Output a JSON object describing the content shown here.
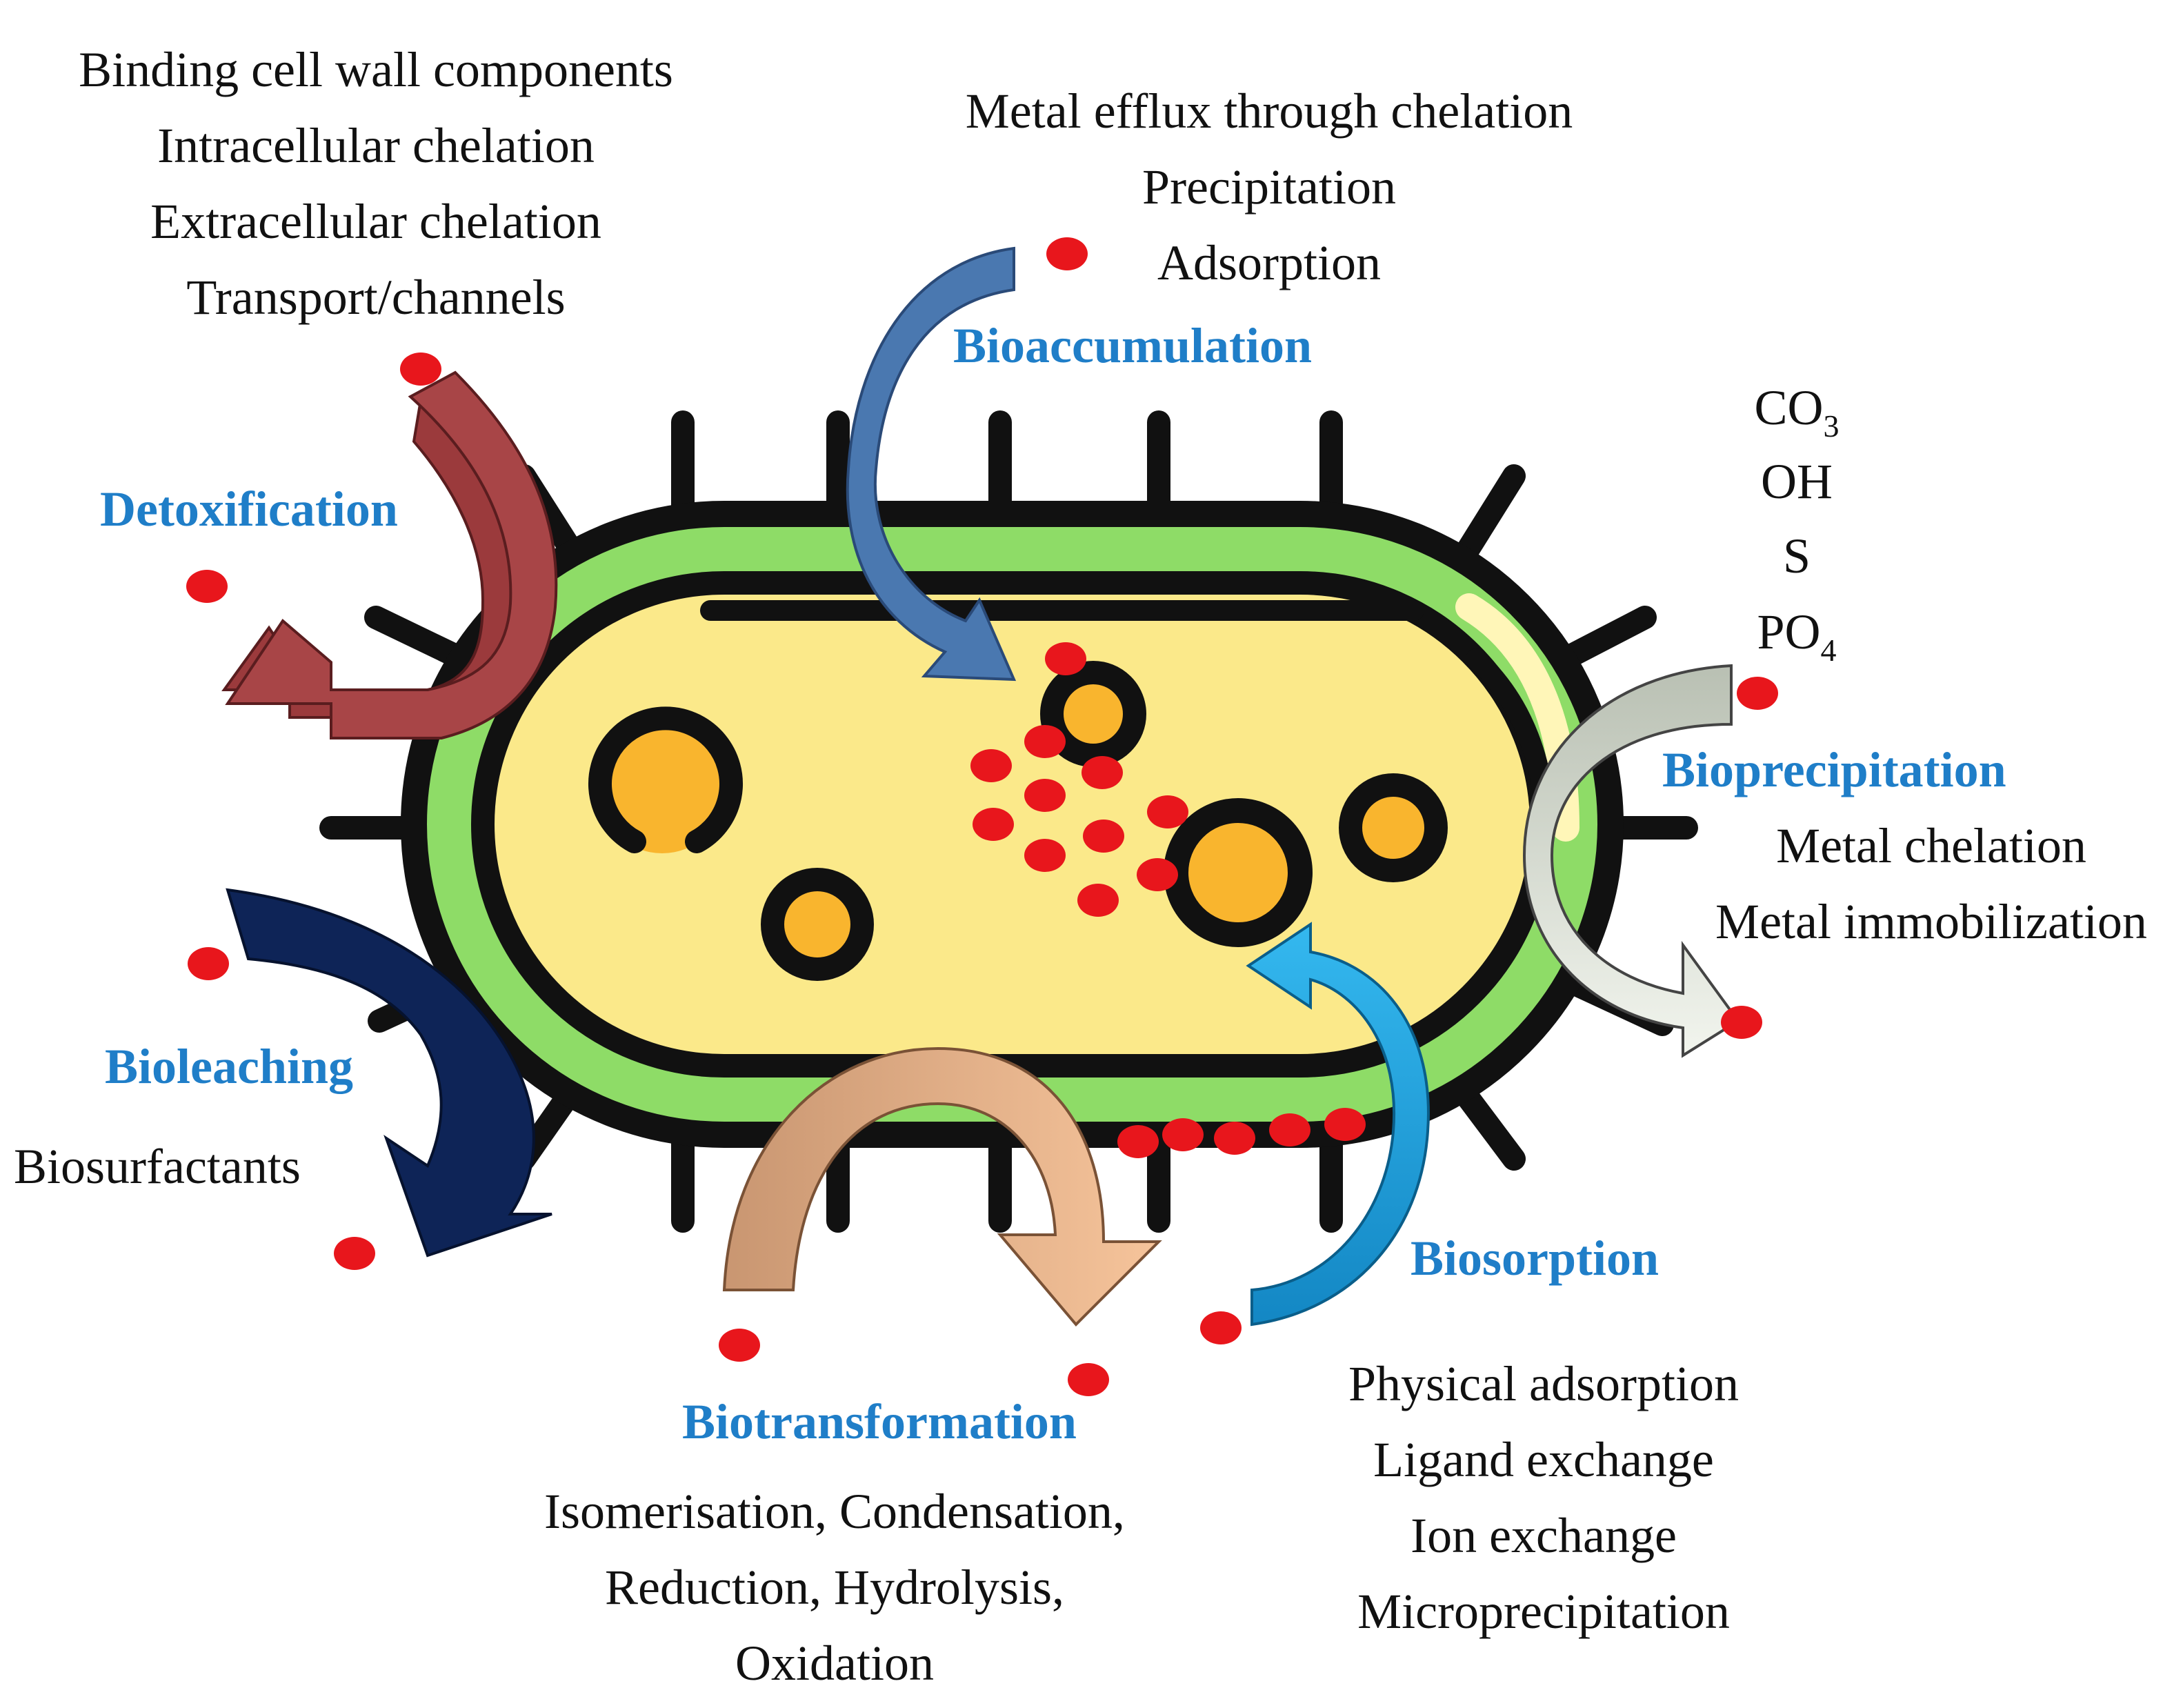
{
  "colors": {
    "label_blue": "#1f7ec8",
    "metal_ion": "#e8161c",
    "cell_outline": "#111111",
    "cell_wall": "#8edc67",
    "cytoplasm": "#fbe98a",
    "granule": "#f9b52e",
    "arrow_detox": "#9b3a3c",
    "arrow_bioaccum": "#4a78b0",
    "arrow_biopreci": "#c9cfc4",
    "arrow_bioleach": "#0e2457",
    "arrow_biotrans": "#d7a27b",
    "arrow_biosorp": "#27a6e0"
  },
  "processes": {
    "detoxification": {
      "label": "Detoxification",
      "details": [
        "Binding cell wall components",
        "Intracellular chelation",
        "Extracellular chelation",
        "Transport/channels"
      ]
    },
    "bioaccumulation": {
      "label": "Bioaccumulation",
      "details": [
        "Metal efflux through chelation",
        "Precipitation",
        "Adsorption"
      ]
    },
    "bioprecipitation": {
      "label": "Bioprecipitation",
      "precipitants": [
        {
          "base": "CO",
          "sub": "3"
        },
        {
          "base": "OH",
          "sub": ""
        },
        {
          "base": "S",
          "sub": ""
        },
        {
          "base": "PO",
          "sub": "4"
        }
      ],
      "details": [
        "Metal chelation",
        "Metal immobilization"
      ]
    },
    "bioleaching": {
      "label": "Bioleaching",
      "details": [
        "Biosurfactants"
      ]
    },
    "biotransformation": {
      "label": "Biotransformation",
      "details": [
        "Isomerisation, Condensation,",
        "Reduction, Hydrolysis,",
        "Oxidation"
      ]
    },
    "biosorption": {
      "label": "Biosorption",
      "details": [
        "Physical adsorption",
        "Ligand exchange",
        "Ion exchange",
        "Microprecipitation"
      ]
    }
  }
}
